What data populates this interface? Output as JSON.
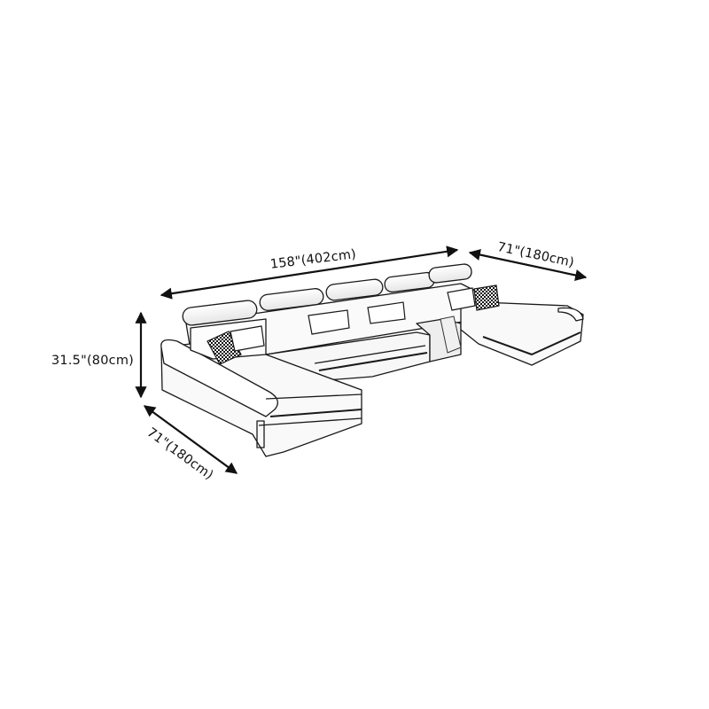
{
  "figure": {
    "type": "dimension-diagram",
    "subject": "U-shaped sectional sofa with double chaise",
    "background": "#ffffff",
    "line_color": "#111111"
  },
  "dimensions": {
    "length": {
      "label": "158\"(402cm)",
      "inches": 158,
      "cm": 402
    },
    "right_depth": {
      "label": "71\"(180cm)",
      "inches": 71,
      "cm": 180
    },
    "height": {
      "label": "31.5\"(80cm)",
      "inches": 31.5,
      "cm": 80
    },
    "left_depth": {
      "label": "71\"(180cm)",
      "inches": 71,
      "cm": 180
    }
  },
  "sofa": {
    "headrests": 5,
    "pillows": [
      {
        "pattern": "houndstooth",
        "position": "left-chaise"
      },
      {
        "pattern": "plain",
        "position": "left-back"
      },
      {
        "pattern": "plain",
        "position": "center-left"
      },
      {
        "pattern": "plain",
        "position": "center-right"
      },
      {
        "pattern": "plain",
        "position": "right-back"
      },
      {
        "pattern": "houndstooth",
        "position": "right-chaise"
      }
    ],
    "accessories": [
      "throw-blanket",
      "console-table"
    ]
  }
}
